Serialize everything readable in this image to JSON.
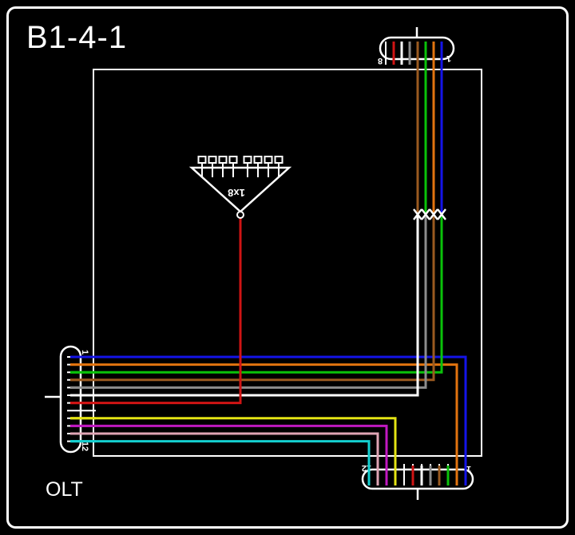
{
  "title": "B1-4-1",
  "olt_label": "OLT",
  "splitter": {
    "label": "1x8",
    "output_ports": 8
  },
  "labels": {
    "top_connector_left": "8",
    "top_connector_right": "1",
    "bottom_connector_left": "12",
    "bottom_connector_right": "1",
    "olt_connector_top": "1",
    "olt_connector_bottom": "12"
  },
  "colors": {
    "background": "#000000",
    "structure": "#ffffff",
    "blue": "#1414e8",
    "orange": "#e2740f",
    "green": "#0ac20a",
    "brown": "#9a5a20",
    "slate": "#8d8d8d",
    "white": "#ffffff",
    "red": "#d01414",
    "yellow": "#e4e414",
    "violet": "#c019c0",
    "rose": "#dfa5b5",
    "aqua": "#14cfcf",
    "black_fiber": "#000000"
  },
  "ports": {
    "top": [
      "black",
      "red",
      "white",
      "slate",
      "brown",
      "green",
      "orange",
      "blue"
    ],
    "left": [
      "blue",
      "orange",
      "green",
      "brown",
      "slate",
      "white",
      "red",
      "black",
      "yellow",
      "violet",
      "rose",
      "aqua"
    ],
    "bottom": [
      "aqua",
      "rose",
      "violet",
      "yellow",
      "black",
      "red",
      "white",
      "slate",
      "brown",
      "green",
      "orange",
      "blue"
    ]
  },
  "splices": [
    {
      "from": "brown",
      "to": "white"
    },
    {
      "from": "green",
      "to": "slate"
    },
    {
      "from": "orange",
      "to": "brown"
    },
    {
      "from": "blue",
      "to": "green"
    }
  ]
}
